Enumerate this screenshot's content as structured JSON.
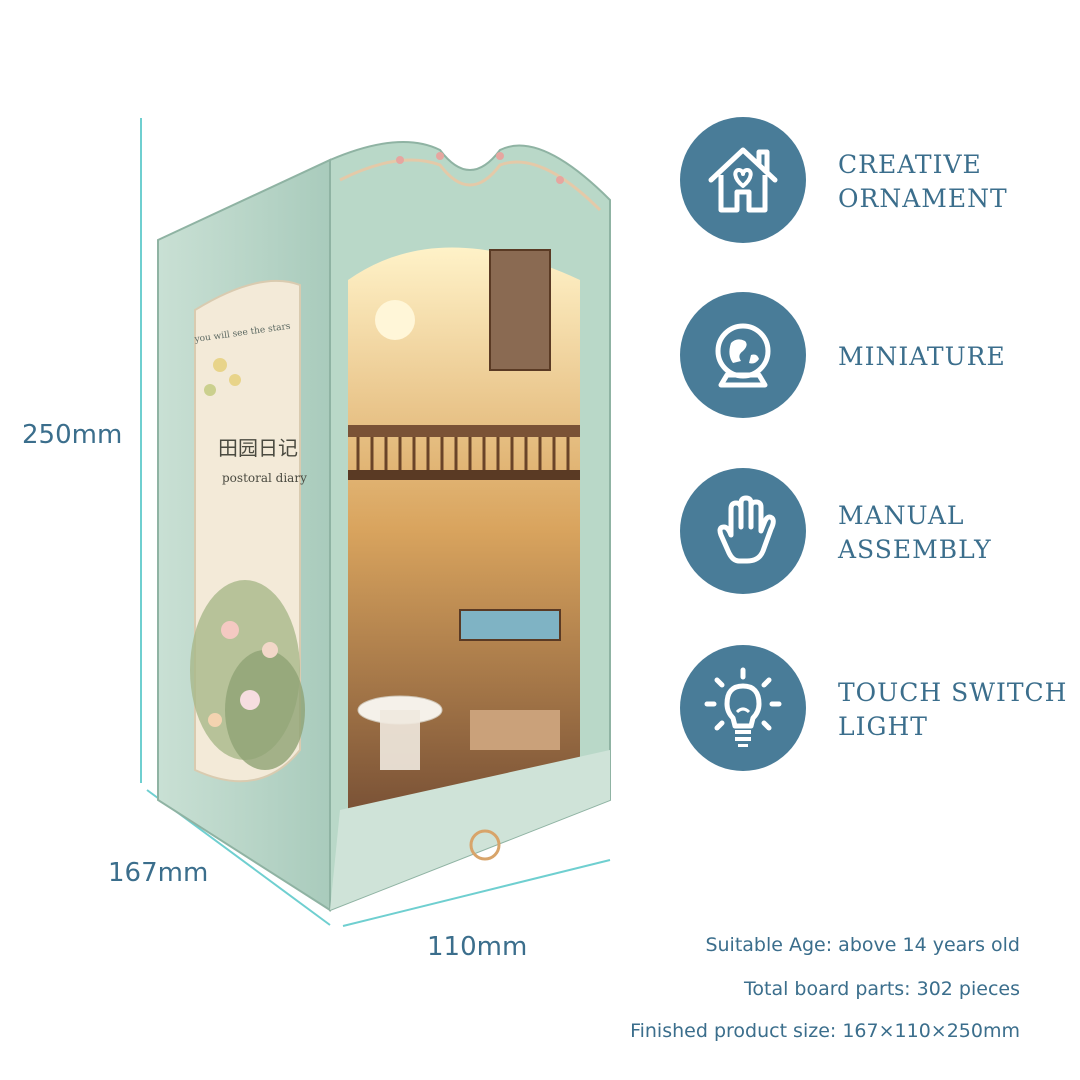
{
  "dimensions": {
    "height_label": "250mm",
    "depth_label": "167mm",
    "width_label": "110mm",
    "line_color": "#6fcfd0"
  },
  "product": {
    "cover_script": "you will see the stars",
    "cover_title_cn": "田园日记",
    "cover_title_en": "postoral diary"
  },
  "features": [
    {
      "icon": "house-heart-icon",
      "lines": [
        "CREATIVE",
        "ORNAMENT"
      ]
    },
    {
      "icon": "globe-icon",
      "lines": [
        "MINIATURE"
      ]
    },
    {
      "icon": "hand-icon",
      "lines": [
        "MANUAL",
        "ASSEMBLY"
      ]
    },
    {
      "icon": "light-bulb-icon",
      "lines": [
        "TOUCH SWITCH",
        "LIGHT"
      ]
    }
  ],
  "specs": {
    "age": "Suitable Age: above 14 years old",
    "parts": "Total board parts: 302 pieces",
    "size": "Finished product size: 167×110×250mm"
  },
  "colors": {
    "accent": "#497c98",
    "text": "#3b6e8c",
    "panel": "#b9d8c8"
  }
}
